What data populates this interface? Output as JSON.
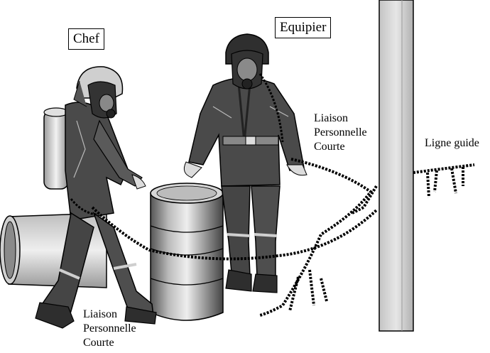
{
  "labels": {
    "chef": "Chef",
    "equipier": "Equipier",
    "liaison_right": [
      "Liaison",
      "Personnelle",
      "Courte"
    ],
    "liaison_bottom": [
      "Liaison",
      "Personnelle",
      "Courte"
    ],
    "ligne_guide": "Ligne guide"
  },
  "colors": {
    "outline": "#000000",
    "suit_dark": "#4a4a4a",
    "suit_mid": "#8a8a8a",
    "metal_light": "#d8d8d8",
    "background": "#ffffff"
  }
}
